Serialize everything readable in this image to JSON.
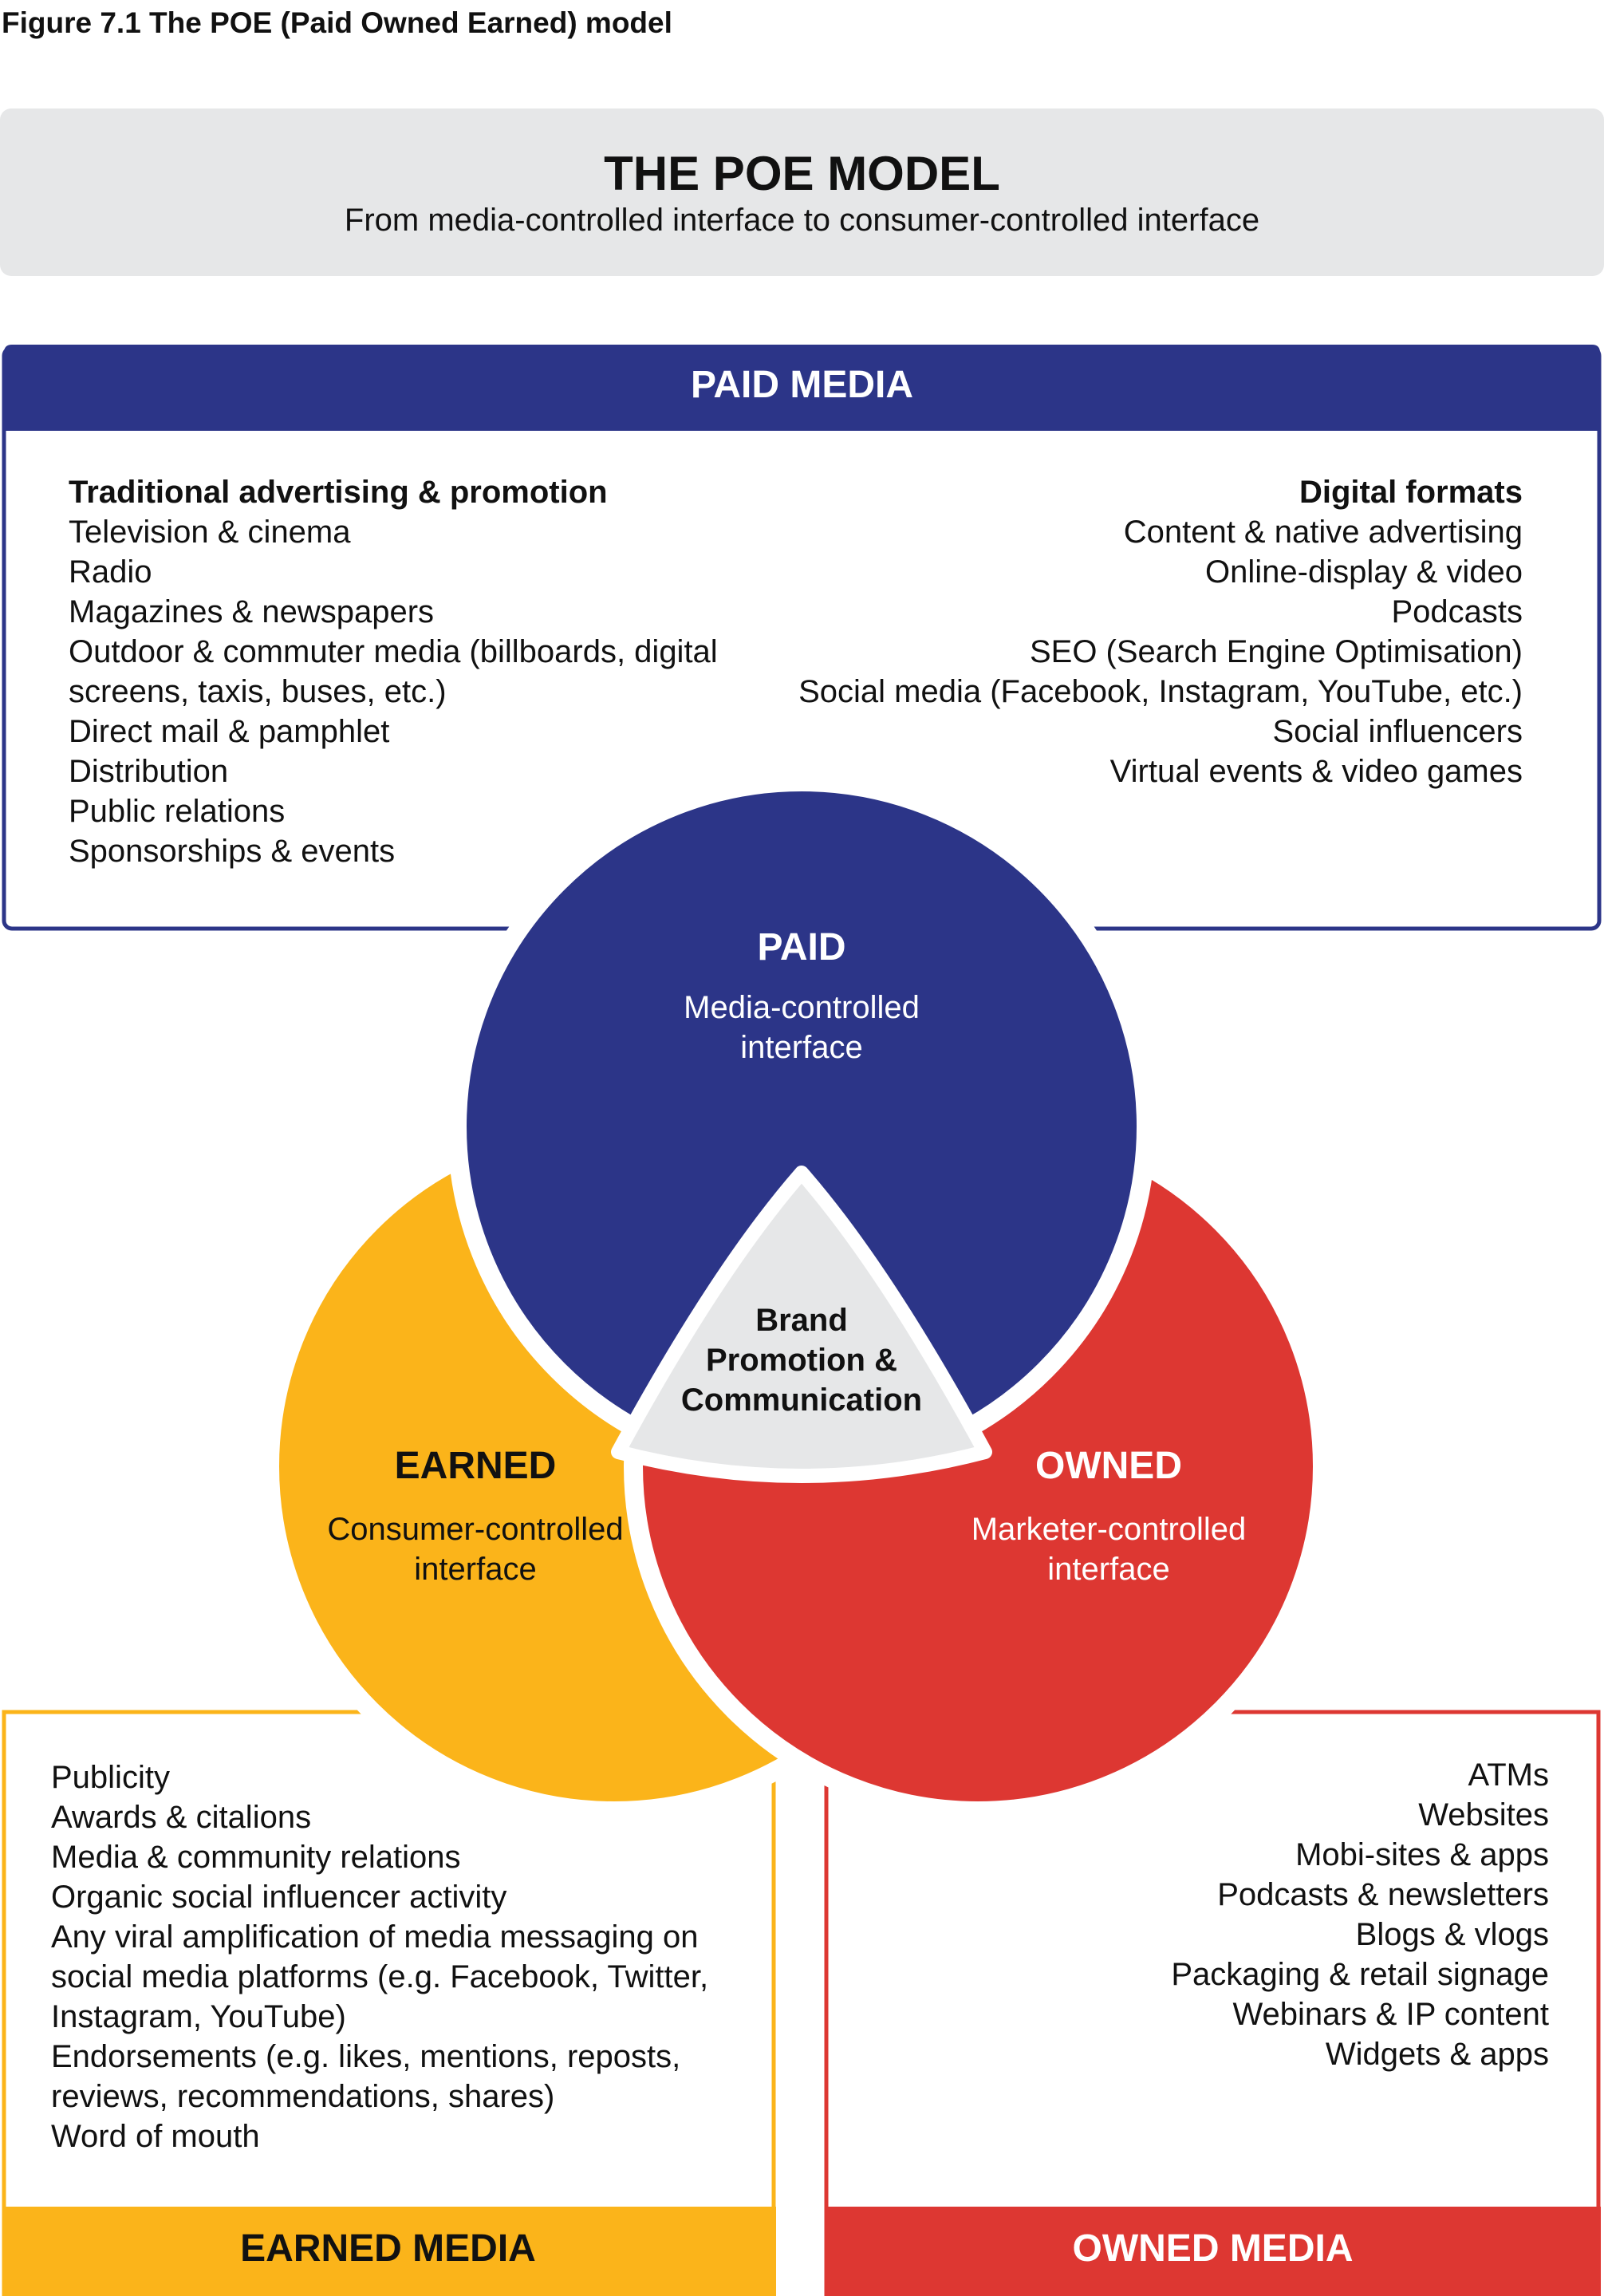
{
  "figure_title": "Figure 7.1 The POE (Paid Owned Earned) model",
  "model": {
    "title": "THE POE MODEL",
    "subtitle": "From media-controlled interface to consumer-controlled interface"
  },
  "paid_media": {
    "header": "PAID MEDIA",
    "traditional": {
      "heading": "Traditional advertising & promotion",
      "lines": [
        "Television & cinema",
        "Radio",
        "Magazines & newspapers",
        "Outdoor & commuter media (billboards, digital",
        "screens, taxis, buses, etc.)",
        "Direct mail & pamphlet",
        "Distribution",
        "Public relations",
        "Sponsorships & events"
      ]
    },
    "digital": {
      "heading": "Digital formats",
      "lines": [
        "Content & native advertising",
        "Online-display & video",
        "Podcasts",
        "SEO (Search Engine Optimisation)",
        "Social media (Facebook, Instagram, YouTube, etc.)",
        "Social influencers",
        "Virtual events & video games"
      ]
    }
  },
  "circles": {
    "paid": {
      "title": "PAID",
      "line1": "Media-controlled",
      "line2": "interface"
    },
    "earned": {
      "title": "EARNED",
      "line1": "Consumer-controlled",
      "line2": "interface"
    },
    "owned": {
      "title": "OWNED",
      "line1": "Marketer-controlled",
      "line2": "interface"
    },
    "center": {
      "line1": "Brand",
      "line2": "Promotion &",
      "line3": "Communication"
    }
  },
  "earned_media": {
    "footer": "EARNED MEDIA",
    "lines": [
      "Publicity",
      "Awards & citalions",
      "Media & community relations",
      "Organic social influencer activity",
      "Any viral amplification of media messaging on",
      "social media platforms (e.g. Facebook, Twitter,",
      "Instagram, YouTube)",
      "Endorsements (e.g. likes, mentions, reposts,",
      "reviews, recommendations, shares)",
      "Word of mouth"
    ]
  },
  "owned_media": {
    "footer": "OWNED MEDIA",
    "lines": [
      "ATMs",
      "Websites",
      "Mobi-sites & apps",
      "Podcasts & newsletters",
      "Blogs & vlogs",
      "Packaging & retail signage",
      "Webinars & IP content",
      "Widgets & apps"
    ]
  },
  "colors": {
    "paid": "#2c3588",
    "earned": "#fbb41a",
    "owned": "#dd3732",
    "center": "#e6e7e8",
    "header_bg": "#e6e7e8"
  }
}
